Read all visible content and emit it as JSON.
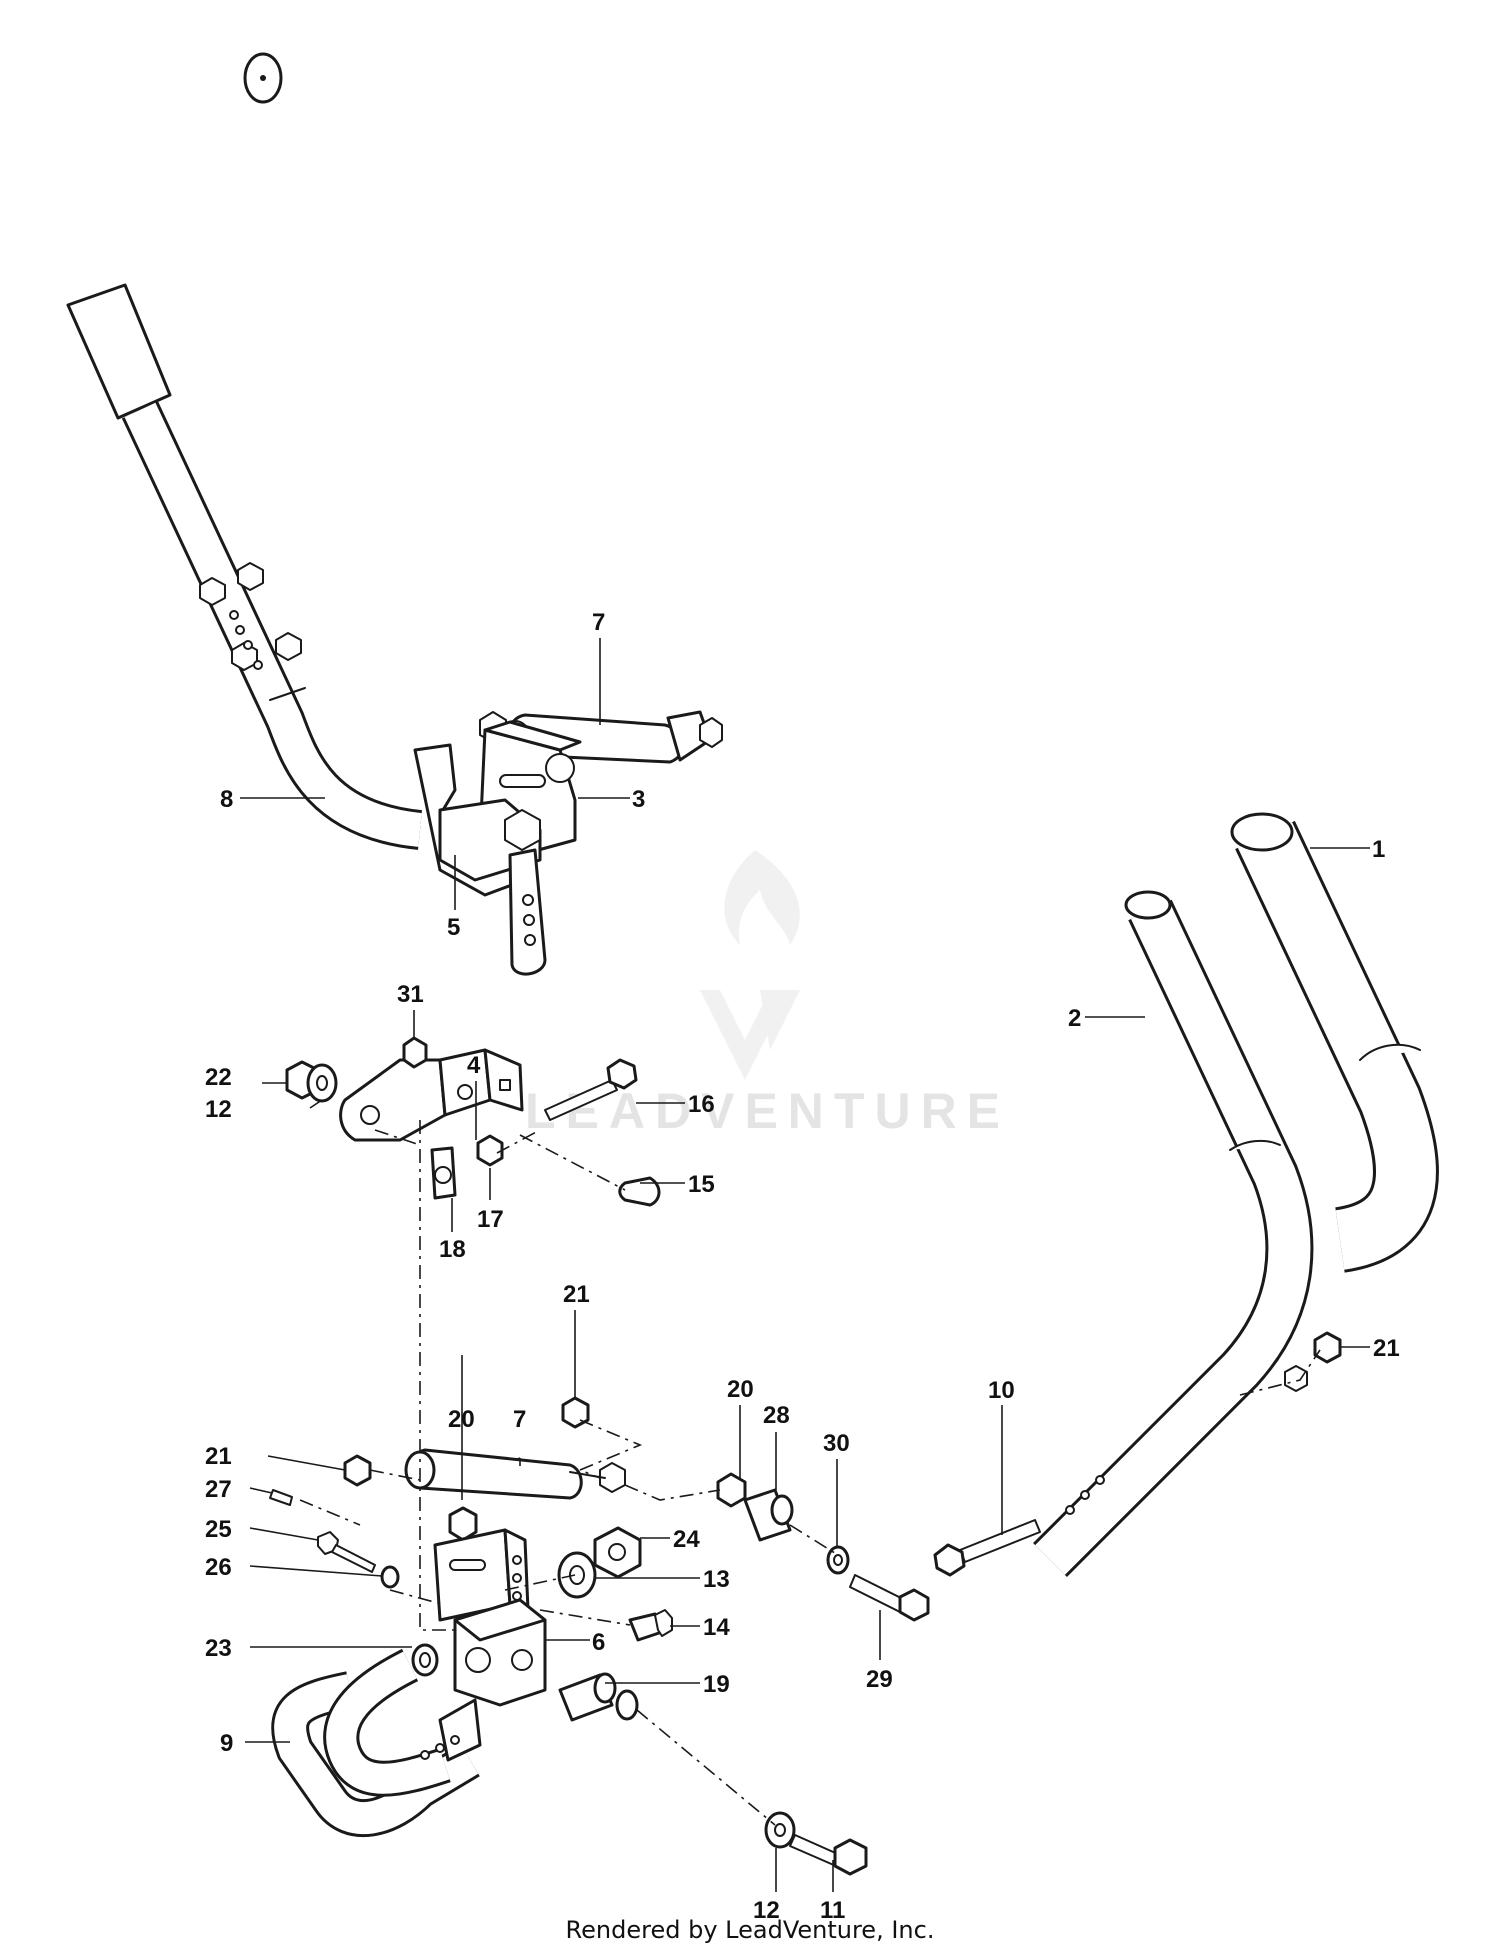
{
  "watermark": {
    "text": "LEADVENTURE"
  },
  "footer": {
    "text": "Rendered by LeadVenture, Inc."
  },
  "callouts": {
    "c1": "1",
    "c2": "2",
    "c3": "3",
    "c4": "4",
    "c5": "5",
    "c6": "6",
    "c7a": "7",
    "c7b": "7",
    "c8": "8",
    "c9": "9",
    "c10": "10",
    "c11": "11",
    "c12a": "12",
    "c12b": "12",
    "c13": "13",
    "c14": "14",
    "c15": "15",
    "c16": "16",
    "c17": "17",
    "c18": "18",
    "c19": "19",
    "c20a": "20",
    "c20b": "20",
    "c21a": "21",
    "c21b": "21",
    "c21c": "21",
    "c22": "22",
    "c23": "23",
    "c24": "24",
    "c25": "25",
    "c26": "26",
    "c27": "27",
    "c28": "28",
    "c29": "29",
    "c30": "30",
    "c31": "31"
  }
}
